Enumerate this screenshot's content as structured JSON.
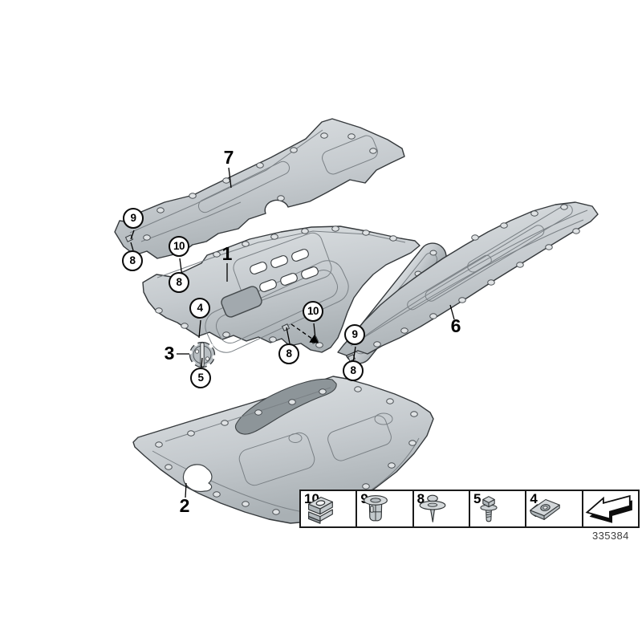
{
  "drawing": {
    "part_number": "335384"
  },
  "callouts": {
    "parts": [
      {
        "label": "7"
      },
      {
        "label": "1"
      },
      {
        "label": "3"
      },
      {
        "label": "6"
      },
      {
        "label": "2"
      }
    ],
    "fasteners": [
      {
        "label": "9"
      },
      {
        "label": "8"
      },
      {
        "label": "10"
      },
      {
        "label": "8"
      },
      {
        "label": "4"
      },
      {
        "label": "5"
      },
      {
        "label": "10"
      },
      {
        "label": "8"
      },
      {
        "label": "9"
      },
      {
        "label": "8"
      }
    ]
  },
  "legend": {
    "items": [
      {
        "number": "10",
        "icon": "cage-nut-icon"
      },
      {
        "number": "9",
        "icon": "expanding-rivet-icon"
      },
      {
        "number": "8",
        "icon": "push-rivet-icon"
      },
      {
        "number": "5",
        "icon": "hex-screw-icon"
      },
      {
        "number": "4",
        "icon": "clip-nut-icon"
      },
      {
        "number": "",
        "icon": "direction-arrow-icon"
      }
    ]
  },
  "colors": {
    "panel_fill": "#c9ced1",
    "panel_shadow": "#8d9599",
    "outline": "#35393c"
  }
}
